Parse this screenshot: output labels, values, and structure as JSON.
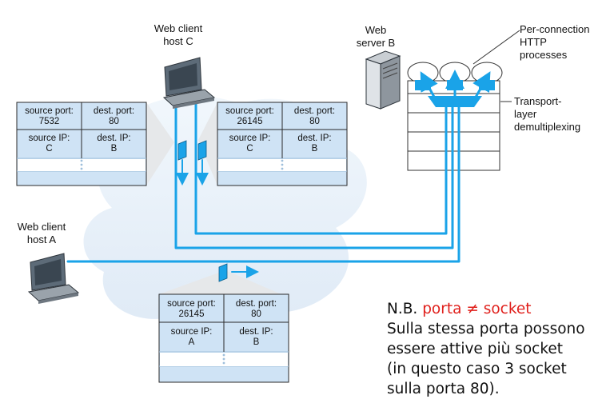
{
  "labels": {
    "host_c": "Web client\nhost C",
    "host_a": "Web client\nhost A",
    "server_b": "Web\nserver B",
    "processes": "Per-connection\nHTTP\nprocesses",
    "demux": "Transport-\nlayer\ndemultiplexing"
  },
  "segments": [
    {
      "source_port_label": "source port:",
      "source_port": "7532",
      "dest_port_label": "dest. port:",
      "dest_port": "80",
      "source_ip_label": "source IP:",
      "source_ip": "C",
      "dest_ip_label": "dest. IP:",
      "dest_ip": "B"
    },
    {
      "source_port_label": "source port:",
      "source_port": "26145",
      "dest_port_label": "dest. port:",
      "dest_port": "80",
      "source_ip_label": "source IP:",
      "source_ip": "C",
      "dest_ip_label": "dest. IP:",
      "dest_ip": "B"
    },
    {
      "source_port_label": "source port:",
      "source_port": "26145",
      "dest_port_label": "dest. port:",
      "dest_port": "80",
      "source_ip_label": "source IP:",
      "source_ip": "A",
      "dest_ip_label": "dest. IP:",
      "dest_ip": "B"
    }
  ],
  "note": {
    "prefix": "N.B.",
    "highlight": "porta ≠ socket",
    "line1": "Sulla stessa porta possono",
    "line2": "essere attive più socket",
    "line3": "(in questo caso 3 socket",
    "line4": "sulla porta 80)."
  },
  "colors": {
    "accent": "#1aa3e8",
    "highlight": "#e0201c",
    "segment_fill": "#cfe3f5",
    "cloud": "#eaf3fb"
  }
}
